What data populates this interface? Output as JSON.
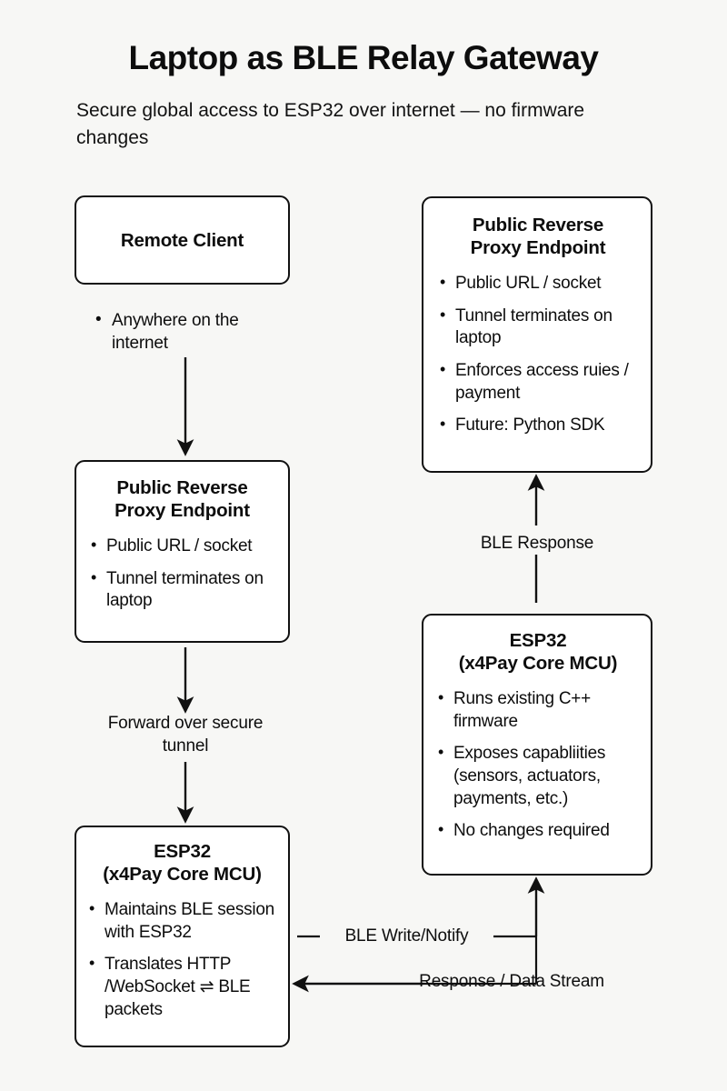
{
  "header": {
    "title": "Laptop as BLE Relay Gateway",
    "subtitle": "Secure global access to ESP32 over internet — no firmware changes"
  },
  "colors": {
    "background": "#f7f7f5",
    "node_fill": "#ffffff",
    "stroke": "#111111",
    "text": "#0d0d0d"
  },
  "diagram": {
    "type": "flowchart",
    "nodes": [
      {
        "id": "remote-client",
        "title": "Remote Client",
        "bullets": []
      },
      {
        "id": "proxy-left",
        "title": "Public Reverse\nProxy Endpoint",
        "title_line1": "Public Reverse",
        "title_line2": "Proxy Endpoint",
        "bullets": [
          "Public URL / socket",
          "Tunnel terminates on laptop"
        ]
      },
      {
        "id": "esp32-left",
        "title_line1": "ESP32",
        "title_line2": "(x4Pay Core MCU)",
        "bullets": [
          "Maintains BLE session with ESP32",
          "Translates HTTP /WebSocket ⇌ BLE packets"
        ]
      },
      {
        "id": "proxy-right",
        "title_line1": "Public Reverse",
        "title_line2": "Proxy Endpoint",
        "bullets": [
          "Public URL / socket",
          "Tunnel terminates on laptop",
          "Enforces access ruies / payment",
          "Future: Python SDK"
        ]
      },
      {
        "id": "esp32-right",
        "title_line1": "ESP32",
        "title_line2": "(x4Pay Core MCU)",
        "bullets": [
          "Runs existing C++ firmware",
          "Exposes capabliities (sensors, actuators, payments, etc.)",
          "No changes required"
        ]
      }
    ],
    "notes": [
      {
        "id": "anywhere",
        "text": "Anywhere on the internet"
      }
    ],
    "edges": [
      {
        "id": "remote-to-proxy",
        "from": "remote-client",
        "to": "proxy-left",
        "label": "",
        "direction": "down"
      },
      {
        "id": "proxy-to-esp32",
        "from": "proxy-left",
        "to": "esp32-left",
        "label": "Forward over secure tunnel",
        "direction": "down"
      },
      {
        "id": "esp32-to-proxy-right",
        "from": "esp32-right",
        "to": "proxy-right",
        "label": "BLE Response",
        "direction": "up"
      },
      {
        "id": "esp32-left-to-esp32-right",
        "from": "esp32-left",
        "to": "esp32-right",
        "label": "BLE Write/Notify",
        "direction": "right-up"
      },
      {
        "id": "esp32-right-to-esp32-left",
        "from": "esp32-right",
        "to": "esp32-left",
        "label": "Response / Data Stream",
        "direction": "left"
      }
    ]
  }
}
